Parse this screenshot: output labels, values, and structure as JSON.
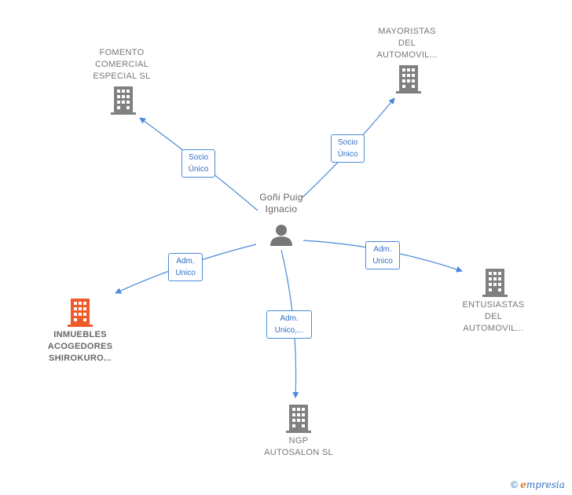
{
  "center": {
    "name_lines": [
      "Goñi Puig",
      "Ignacio"
    ],
    "icon": "person-icon"
  },
  "nodes": [
    {
      "id": "fomento",
      "lines": [
        "FOMENTO",
        "COMERCIAL",
        "ESPECIAL SL"
      ],
      "icon": "building-icon",
      "highlight": false
    },
    {
      "id": "mayoristas",
      "lines": [
        "MAYORISTAS",
        "DEL",
        "AUTOMOVIL..."
      ],
      "icon": "building-icon",
      "highlight": false
    },
    {
      "id": "inmuebles",
      "lines": [
        "INMUEBLES",
        "ACOGEDORES",
        "SHIROKURO..."
      ],
      "icon": "building-icon",
      "highlight": true
    },
    {
      "id": "entusiastas",
      "lines": [
        "ENTUSIASTAS",
        "DEL",
        "AUTOMOVIL..."
      ],
      "icon": "building-icon",
      "highlight": false
    },
    {
      "id": "ngp",
      "lines": [
        "NGP",
        "AUTOSALON SL"
      ],
      "icon": "building-icon",
      "highlight": false
    }
  ],
  "edges": [
    {
      "to": "fomento",
      "label_lines": [
        "Socio",
        "Único"
      ]
    },
    {
      "to": "mayoristas",
      "label_lines": [
        "Socio",
        "Único"
      ]
    },
    {
      "to": "inmuebles",
      "label_lines": [
        "Adm.",
        "Unico"
      ]
    },
    {
      "to": "entusiastas",
      "label_lines": [
        "Adm.",
        "Unico"
      ]
    },
    {
      "to": "ngp",
      "label_lines": [
        "Adm.",
        "Unico,..."
      ]
    }
  ],
  "footer": {
    "copyright_symbol": "©",
    "brand_initial": "e",
    "brand_rest": "mpresia"
  },
  "colors": {
    "edge": "#4a8ad8",
    "building": "#808080",
    "highlight_building": "#f05a28",
    "text": "#777777"
  }
}
